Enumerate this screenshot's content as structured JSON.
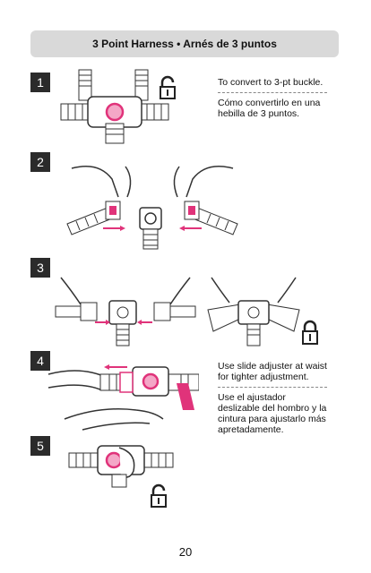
{
  "header": {
    "title": "3 Point Harness • Arnés de 3 puntos"
  },
  "steps": [
    {
      "number": "1",
      "text_en": "To convert to 3-pt buckle.",
      "text_es": "Cómo convertirlo en una hebilla de 3 puntos.",
      "icon": "unlock-icon"
    },
    {
      "number": "2"
    },
    {
      "number": "3",
      "icon": "lock-icon"
    },
    {
      "number": "4",
      "text_en": "Use slide adjuster at waist for tighter adjustment.",
      "text_es": "Use el ajustador deslizable del hombro y la cintura para ajustarlo más apretadamente."
    },
    {
      "number": "5",
      "icon": "unlock-icon"
    }
  ],
  "page_number": "20",
  "colors": {
    "accent": "#e0337a",
    "header_bg": "#d9d9d9",
    "step_bg": "#2b2b2b"
  }
}
